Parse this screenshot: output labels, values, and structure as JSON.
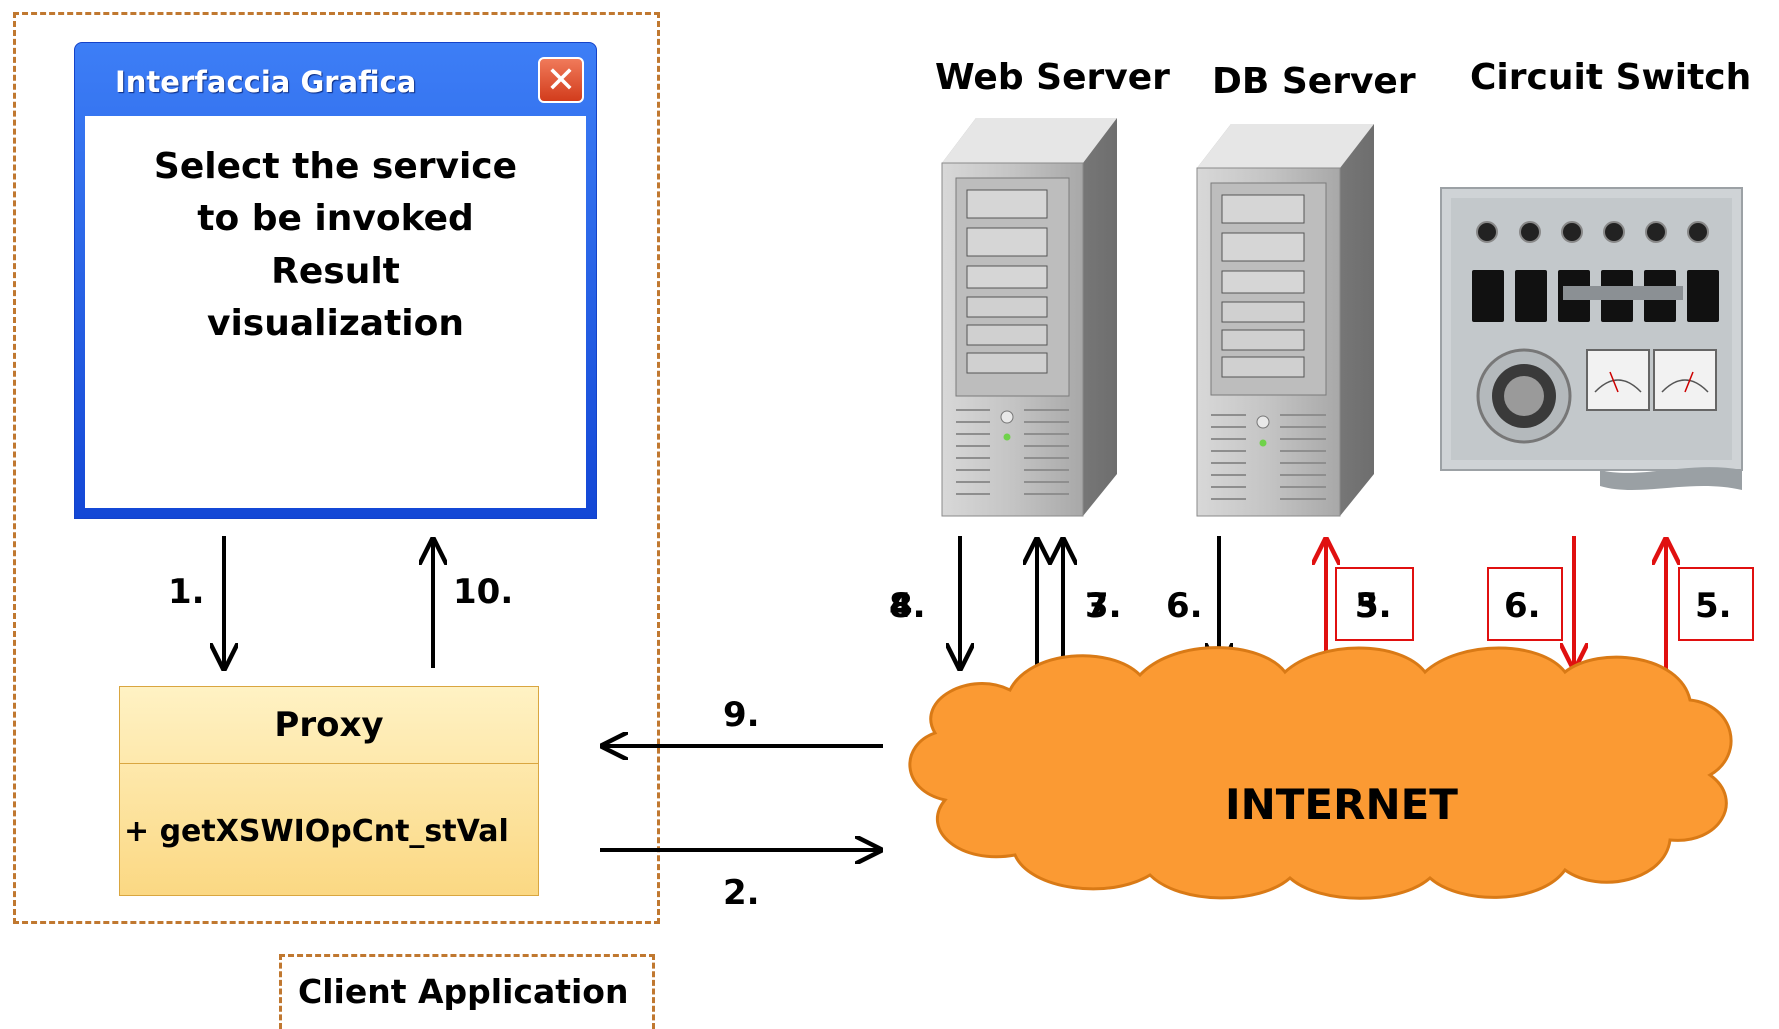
{
  "window": {
    "title": "Interfaccia Grafica",
    "close_glyph": "✕",
    "lines": [
      "Select the service",
      "to be invoked",
      "Result",
      "visualization"
    ]
  },
  "proxy": {
    "title": "Proxy",
    "method": "+ getXSWIOpCnt_stVal"
  },
  "client_application_label": "Client Application",
  "internet_label": "INTERNET",
  "servers": {
    "web": "Web Server",
    "db": "DB Server",
    "switch": "Circuit Switch"
  },
  "steps": {
    "s1": "1.",
    "s10": "10.",
    "s9": "9.",
    "s2": "2.",
    "ws_down_a": "4.",
    "ws_down_b": "8.",
    "ws_up_a": "3.",
    "ws_up_b": "7.",
    "db_down": "6.",
    "db_up_a": "3.",
    "db_up_b": "5.",
    "cs_down": "6.",
    "cs_up": "5."
  },
  "colors": {
    "dashed_border": "#c07830",
    "red_arrow": "#e01010",
    "cloud_fill": "#fb9a33",
    "cloud_stroke": "#d97a16"
  },
  "icons": [
    "close-icon",
    "server-tower-icon",
    "circuit-switch-icon",
    "cloud-icon",
    "arrow-icon"
  ]
}
